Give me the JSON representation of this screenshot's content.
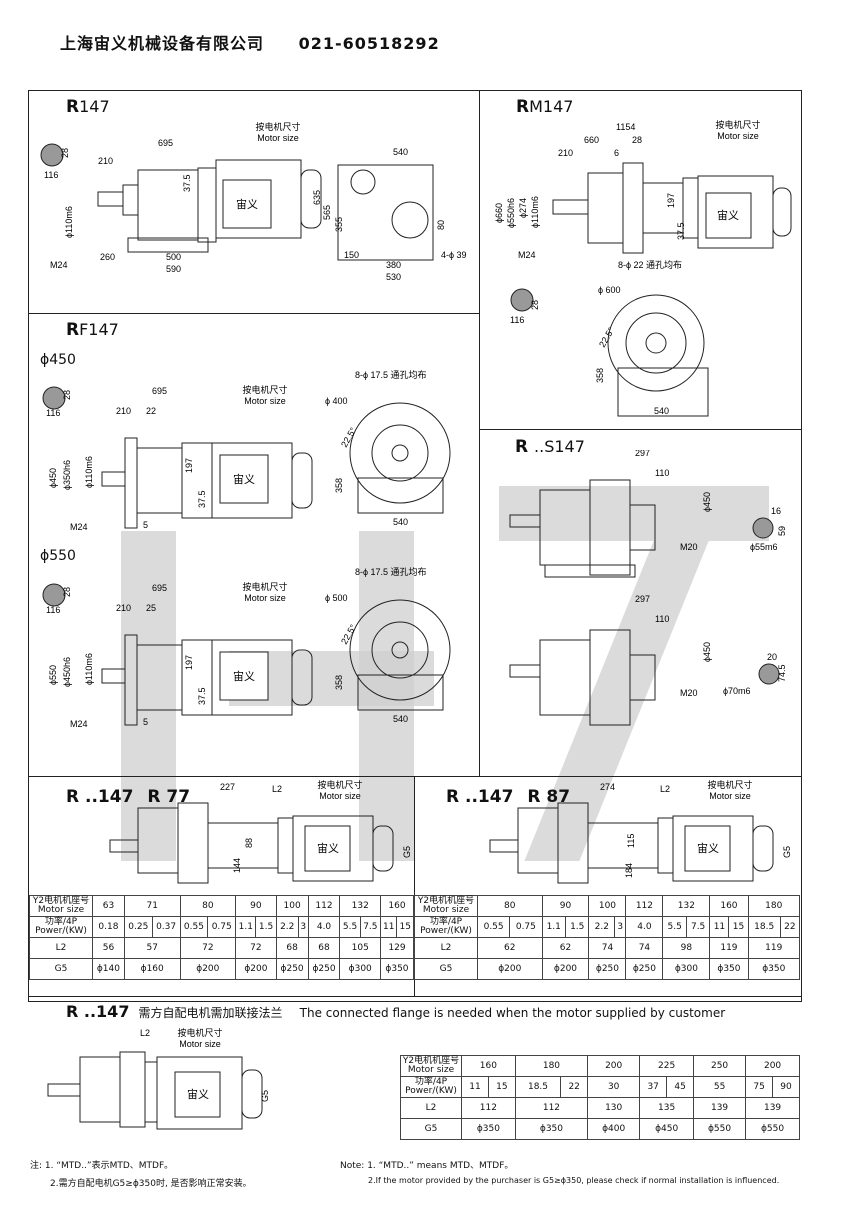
{
  "header": {
    "company": "上海宙义机械设备有限公司",
    "phone": "021-60518292"
  },
  "sections": {
    "r147": {
      "title_r": "R",
      "title_num": "147",
      "motor_label": "宙义",
      "motor_size_cn": "按电机尺寸",
      "motor_size_en": "Motor size",
      "dims": [
        "695",
        "210",
        "540",
        "635",
        "565",
        "355",
        "37.5",
        "116",
        "28",
        "ϕ110m6",
        "M24",
        "260",
        "500",
        "590",
        "150",
        "380",
        "530",
        "4-ϕ 39",
        "80",
        "28"
      ]
    },
    "rm147": {
      "title_r": "R",
      "title_num": "M147",
      "motor_label": "宙义",
      "motor_size_cn": "按电机尺寸",
      "motor_size_en": "Motor size",
      "dims": [
        "1154",
        "660",
        "28",
        "210",
        "6",
        "ϕ660",
        "ϕ550h6",
        "ϕ274",
        "ϕ110m6",
        "197",
        "37.5",
        "M24",
        "8-ϕ 22 通孔均布",
        "ϕ 600",
        "116",
        "28",
        "22.5°",
        "358",
        "540"
      ]
    },
    "rf147": {
      "title_r": "R",
      "title_num": "F147",
      "variant1": "ϕ450",
      "variant2": "ϕ550",
      "motor_label": "宙义",
      "motor_size_cn": "按电机尺寸",
      "motor_size_en": "Motor size",
      "dims1": [
        "695",
        "210",
        "22",
        "116",
        "28",
        "ϕ450",
        "ϕ350h6",
        "ϕ110m6",
        "197",
        "37.5",
        "M24",
        "5",
        "8-ϕ 17.5 通孔均布",
        "ϕ 400",
        "22.5°",
        "358",
        "540"
      ],
      "dims2": [
        "695",
        "210",
        "25",
        "116",
        "28",
        "ϕ550",
        "ϕ450h6",
        "ϕ110m6",
        "197",
        "37.5",
        "M24",
        "5",
        "8-ϕ 17.5 通孔均布",
        "ϕ 500",
        "22.5°",
        "358",
        "540"
      ]
    },
    "rs147": {
      "title_r": "R",
      "title_num": "..S147",
      "dims1": [
        "297",
        "110",
        "ϕ450",
        "M20",
        "16",
        "59",
        "ϕ55m6"
      ],
      "dims2": [
        "297",
        "110",
        "ϕ450",
        "M20",
        "20",
        "74.5",
        "ϕ70m6"
      ]
    },
    "r77": {
      "title_left": "R ..147",
      "title_right": "R 77",
      "motor_label": "宙义",
      "motor_size_cn": "按电机尺寸",
      "motor_size_en": "Motor size",
      "dims": [
        "227",
        "L2",
        "88",
        "144",
        "G5"
      ]
    },
    "r87": {
      "title_left": "R ..147",
      "title_right": "R 87",
      "motor_label": "宙义",
      "motor_size_cn": "按电机尺寸",
      "motor_size_en": "Motor size",
      "dims": [
        "274",
        "L2",
        "115",
        "184",
        "G5"
      ]
    },
    "customer": {
      "title": "R ..147",
      "title_cn": "需方自配电机需加联接法兰",
      "title_en": "The connected flange is needed when the motor supplied by customer",
      "motor_label": "宙义",
      "motor_size_cn": "按电机尺寸",
      "motor_size_en": "Motor size",
      "dims": [
        "L2",
        "G5"
      ]
    }
  },
  "table_r77": {
    "row_labels": [
      "Y2电机机座号 Motor size",
      "功率/4P Power/(KW)",
      "L2",
      "G5"
    ],
    "motor_sizes": [
      "63",
      "71",
      "80",
      "90",
      "100",
      "112",
      "132",
      "160"
    ],
    "power": [
      "0.18",
      "0.25",
      "0.37",
      "0.55",
      "0.75",
      "1.1",
      "1.5",
      "2.2",
      "3",
      "4.0",
      "5.5",
      "7.5",
      "11",
      "15"
    ],
    "l2": [
      "56",
      "57",
      "72",
      "72",
      "68",
      "68",
      "105",
      "129"
    ],
    "g5": [
      "ϕ140",
      "ϕ160",
      "ϕ200",
      "ϕ200",
      "ϕ250",
      "ϕ250",
      "ϕ300",
      "ϕ350"
    ]
  },
  "table_r87": {
    "row_labels": [
      "Y2电机机座号 Motor size",
      "功率/4P Power/(KW)",
      "L2",
      "G5"
    ],
    "motor_sizes": [
      "80",
      "90",
      "100",
      "112",
      "132",
      "160",
      "180"
    ],
    "power": [
      "0.55",
      "0.75",
      "1.1",
      "1.5",
      "2.2",
      "3",
      "4.0",
      "5.5",
      "7.5",
      "11",
      "15",
      "18.5",
      "22"
    ],
    "l2": [
      "62",
      "62",
      "74",
      "74",
      "98",
      "119",
      "119"
    ],
    "g5": [
      "ϕ200",
      "ϕ200",
      "ϕ250",
      "ϕ250",
      "ϕ300",
      "ϕ350",
      "ϕ350"
    ]
  },
  "table_customer": {
    "row_labels": [
      "Y2电机机座号 Motor size",
      "功率/4P Power/(KW)",
      "L2",
      "G5"
    ],
    "motor_sizes": [
      "160",
      "180",
      "200",
      "225",
      "250",
      "200"
    ],
    "power": [
      "11",
      "15",
      "18.5",
      "22",
      "30",
      "37",
      "45",
      "55",
      "75",
      "90"
    ],
    "l2": [
      "112",
      "112",
      "130",
      "135",
      "139",
      "139"
    ],
    "g5": [
      "ϕ350",
      "ϕ350",
      "ϕ400",
      "ϕ450",
      "ϕ550",
      "ϕ550"
    ]
  },
  "notes": {
    "cn_1": "注: 1. “MTD..”表示MTD、MTDF。",
    "cn_2": "2.需方自配电机G5≥ϕ350时, 是否影响正常安装。",
    "en_1": "Note: 1. “MTD..” means MTD、MTDF。",
    "en_2": "2.If the motor provided by the purchaser is G5≥ϕ350, please check if normal installation is influenced."
  },
  "watermark": "147",
  "colors": {
    "line": "#222222",
    "watermark": "#cfcfcf",
    "ink": "#111111"
  }
}
